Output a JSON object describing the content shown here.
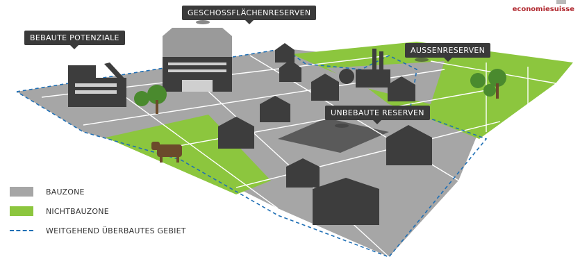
{
  "brand": {
    "name": "economiesuisse"
  },
  "callouts": {
    "geschossflaechen": "GESCHOSSFLÄCHENRESERVEN",
    "bebaute": "BEBAUTE POTENZIALE",
    "aussen": "AUSSENRESERVEN",
    "unbebaute": "UNBEBAUTE RESERVEN"
  },
  "legend": {
    "bauzone": "BAUZONE",
    "nichtbauzone": "NICHTBAUZONE",
    "ueberbaut": "WEITGEHEND ÜBERBAUTES GEBIET"
  },
  "colors": {
    "bauzone": "#a6a6a6",
    "nichtbauzone": "#8cc63e",
    "dash": "#1f6fb5",
    "building": "#3d3d3d",
    "callout": "#3a3a3a",
    "brand": "#b0282f"
  },
  "icons": [
    "factory-icon",
    "house-icon",
    "tree-icon",
    "cow-icon"
  ]
}
